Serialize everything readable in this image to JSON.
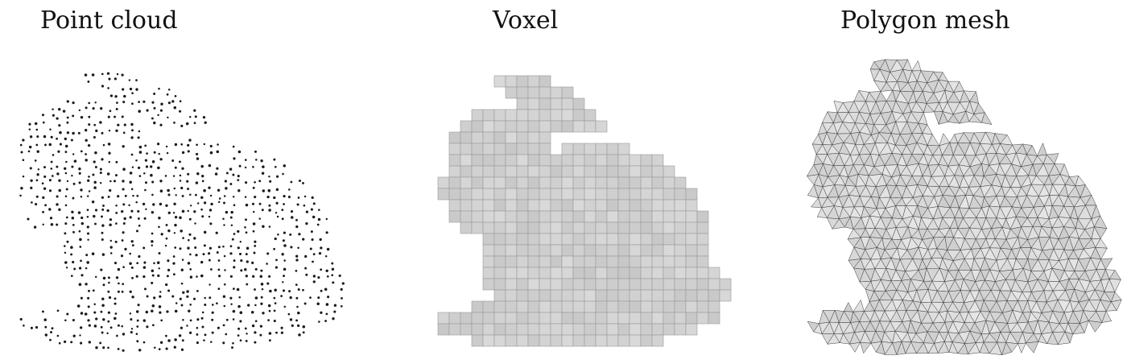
{
  "labels": {
    "point_cloud": "Point cloud",
    "voxel": "Voxel",
    "polygon_mesh": "Polygon mesh"
  },
  "colors": {
    "background": "#ffffff",
    "text": "#111111",
    "point": "#1a1a1a",
    "voxel_face": "#c9c9c9",
    "voxel_edge": "#9a9a9a",
    "mesh_fill": "#d6d6d6",
    "mesh_line": "#3c3c3c"
  }
}
